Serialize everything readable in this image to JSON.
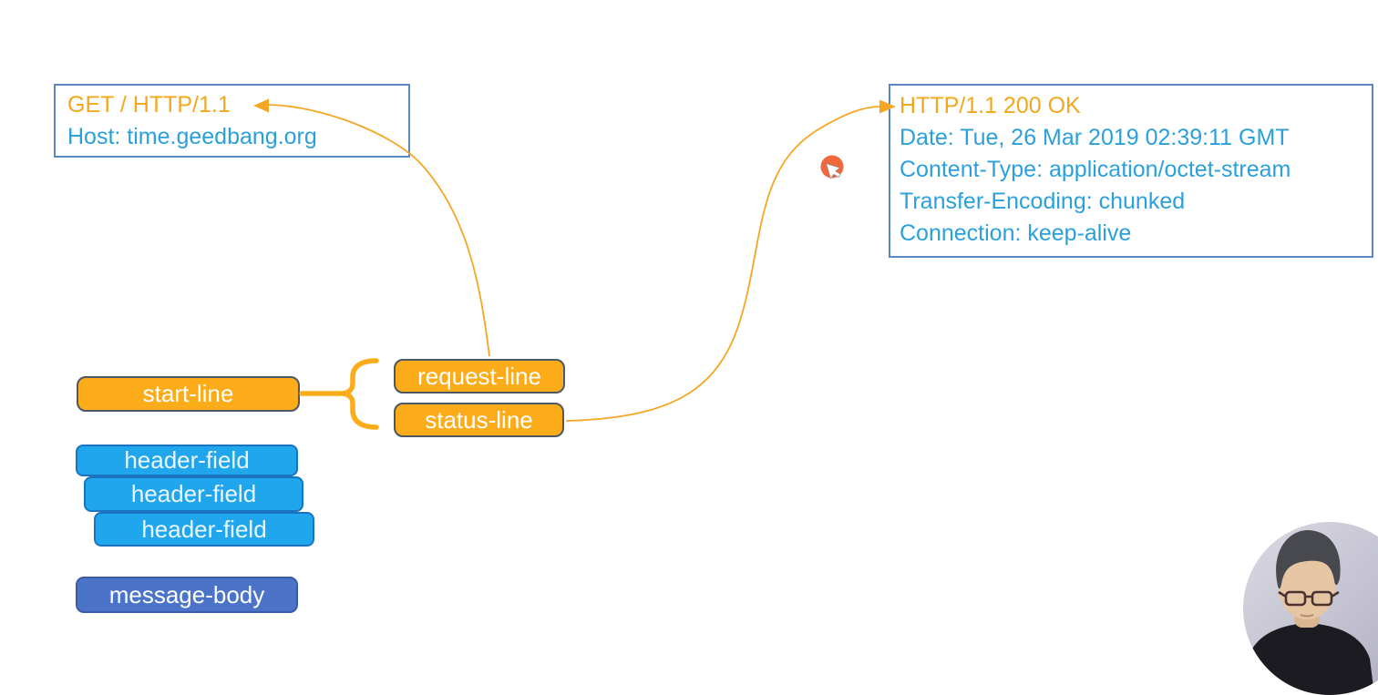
{
  "slide": {
    "request_example": {
      "lines": [
        {
          "text": "GET / HTTP/1.1"
        },
        {
          "text": "Host: time.geedbang.org"
        }
      ]
    },
    "response_example": {
      "lines": [
        {
          "text": "HTTP/1.1 200 OK"
        },
        {
          "text": "Date: Tue, 26 Mar 2019 02:39:11 GMT"
        },
        {
          "text": "Content-Type: application/octet-stream"
        },
        {
          "text": "Transfer-Encoding: chunked"
        },
        {
          "text": "Connection: keep-alive"
        }
      ]
    },
    "nodes": {
      "start_line": "start-line",
      "request_line": "request-line",
      "status_line": "status-line",
      "header_field_1": "header-field",
      "header_field_2": "header-field",
      "header_field_3": "header-field",
      "message_body": "message-body"
    }
  },
  "colors": {
    "accent_orange": "#F5A623",
    "node_orange_fill": "#FBAC17",
    "node_orange_border": "#4C5866",
    "node_blue_fill": "#1FA6EC",
    "node_blue_border": "#1973BE",
    "message_body_fill": "#4B74C9",
    "text_orange": "#F2A81D",
    "text_blue": "#2AA0DC",
    "example_box_border": "#5B87C5",
    "cursor_highlight": "#F2673D"
  }
}
